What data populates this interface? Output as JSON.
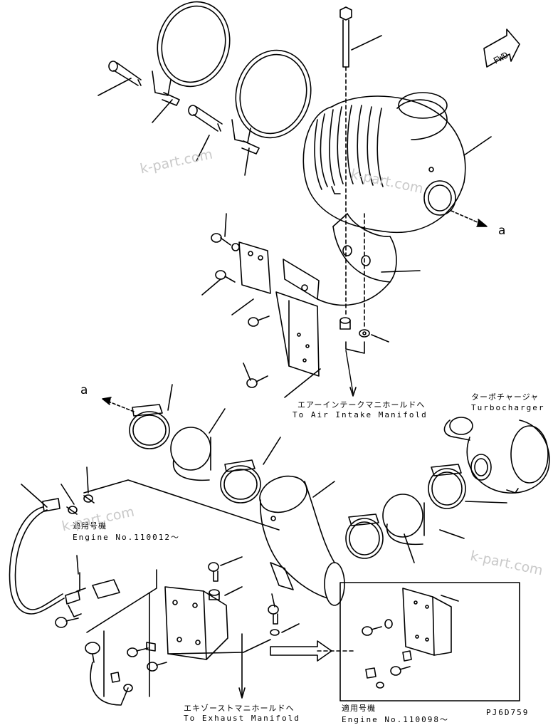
{
  "labels": {
    "air_intake_jp": "エアーインテークマニホールドへ",
    "air_intake_en": "To Air Intake Manifold",
    "turbo_jp": "ターボチャージャ",
    "turbo_en": "Turbocharger",
    "exhaust_jp": "エキゾーストマニホールドへ",
    "exhaust_en": "To Exhaust Manifold",
    "applicable_jp_1": "適用号機",
    "engine_no_1": "Engine No.110012～",
    "applicable_jp_2": "適用号機",
    "engine_no_2": "Engine No.110098～",
    "ref_a_1": "a",
    "ref_a_2": "a",
    "fwd": "FWD",
    "drawing_code": "PJ6D759"
  },
  "watermarks": [
    "k-part.com",
    "k-part.com",
    "k-part.com",
    "k-part.com"
  ]
}
